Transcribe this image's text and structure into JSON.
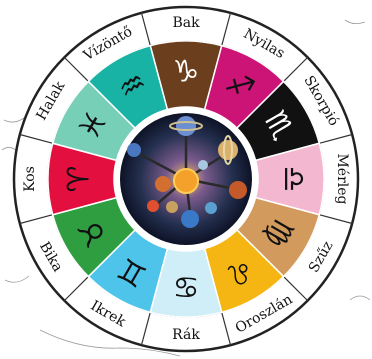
{
  "wheel": {
    "signs": [
      {
        "name": "Bak",
        "glyph": "♑",
        "color": "#6b3f1e",
        "glyph_color": "#ffffff"
      },
      {
        "name": "Nyilas",
        "glyph": "♐",
        "color": "#cc1477",
        "glyph_color": "#111111"
      },
      {
        "name": "Skorpió",
        "glyph": "♏",
        "color": "#111111",
        "glyph_color": "#ffffff"
      },
      {
        "name": "Mérleg",
        "glyph": "♎",
        "color": "#f3b7d0",
        "glyph_color": "#111111"
      },
      {
        "name": "Szűz",
        "glyph": "♍",
        "color": "#d29a5c",
        "glyph_color": "#111111"
      },
      {
        "name": "Oroszlán",
        "glyph": "♌",
        "color": "#f5b512",
        "glyph_color": "#111111"
      },
      {
        "name": "Rák",
        "glyph": "♋",
        "color": "#cfeef8",
        "glyph_color": "#111111"
      },
      {
        "name": "Ikrek",
        "glyph": "♊",
        "color": "#4ec4ea",
        "glyph_color": "#111111"
      },
      {
        "name": "Bika",
        "glyph": "♉",
        "color": "#2f9e41",
        "glyph_color": "#111111"
      },
      {
        "name": "Kos",
        "glyph": "♈",
        "color": "#e30f3f",
        "glyph_color": "#111111"
      },
      {
        "name": "Halak",
        "glyph": "♓",
        "color": "#78cfb8",
        "glyph_color": "#111111"
      },
      {
        "name": "Vízöntő",
        "glyph": "♒",
        "color": "#18b3a4",
        "glyph_color": "#111111"
      }
    ]
  }
}
